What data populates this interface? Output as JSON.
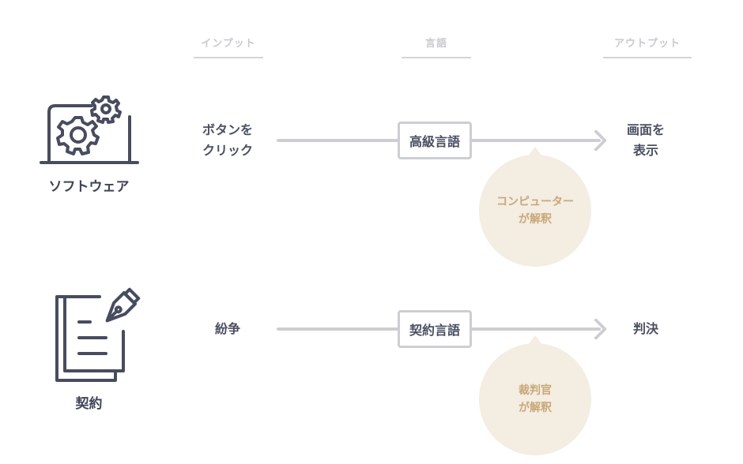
{
  "headers": {
    "input": "インプット",
    "language": "言語",
    "output": "アウトプット"
  },
  "rows": [
    {
      "icon": "laptop-gears-icon",
      "icon_label": "ソフトウェア",
      "input": "ボタンを\nクリック",
      "language": "高級言語",
      "interpreter": "コンピューター\nが解釈",
      "output": "画面を\n表示"
    },
    {
      "icon": "contract-pen-icon",
      "icon_label": "契約",
      "input": "紛争",
      "language": "契約言語",
      "interpreter": "裁判官\nが解釈",
      "output": "判決"
    }
  ],
  "colors": {
    "text": "#4b5063",
    "icon": "#474c60",
    "header": "#c9cacf",
    "line": "#cdced4",
    "bubble_fill": "#f3ede2",
    "bubble_text": "#c9a877"
  }
}
